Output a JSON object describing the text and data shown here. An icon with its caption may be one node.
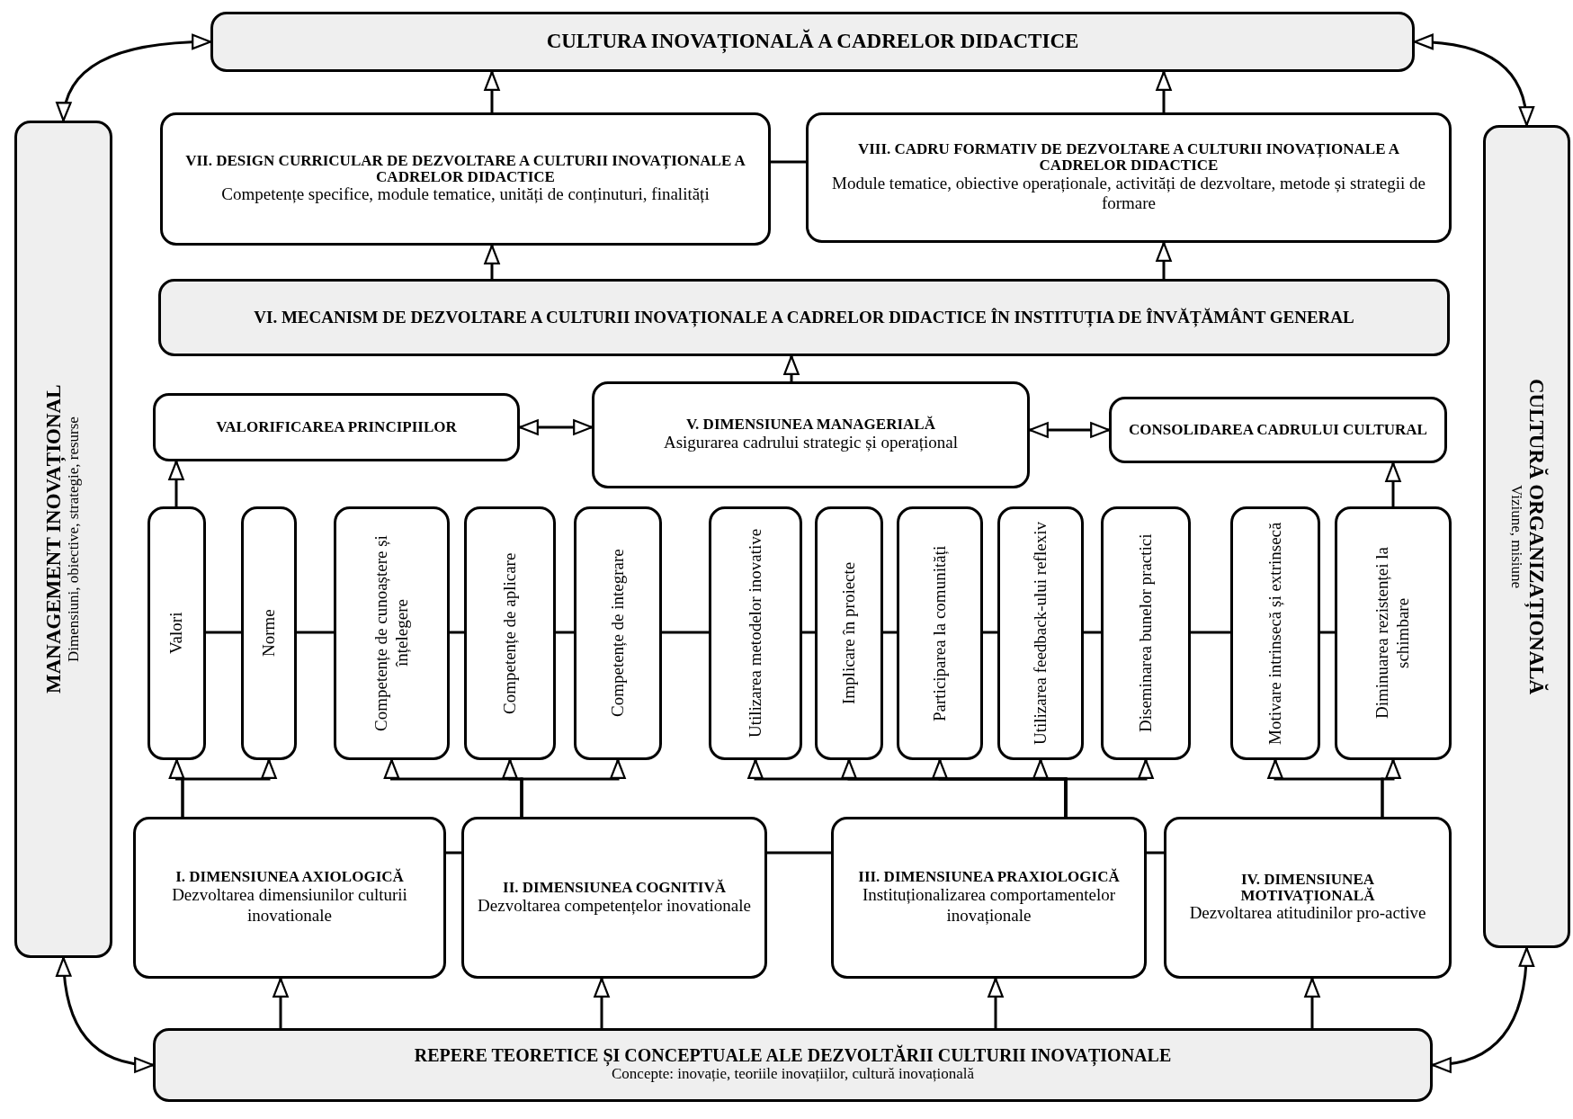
{
  "diagram": {
    "nodes": [
      {
        "text": [
          "CULTURA INOVAȚIONALĂ A CADRELOR DIDACTICE"
        ]
      },
      {
        "text": [
          "MANAGEMENT INOVAȚIONAL",
          "Dimensiuni, obiective, strategie, resurse"
        ]
      },
      {
        "text": [
          "CULTURĂ ORGANIZAȚIONALĂ",
          "Viziune, misiune"
        ]
      },
      {
        "text": [
          "VII. DESIGN CURRICULAR DE DEZVOLTARE A CULTURII INOVAȚIONALE A CADRELOR DIDACTICE",
          "Competențe specifice, module tematice, unități de conținuturi, finalități"
        ]
      },
      {
        "text": [
          "VIII. CADRU FORMATIV DE DEZVOLTARE A CULTURII INOVAȚIONALE A CADRELOR DIDACTICE",
          "Module tematice, obiective operaționale, activități de dezvoltare, metode și strategii de formare"
        ]
      },
      {
        "text": [
          "VI. MECANISM DE DEZVOLTARE A CULTURII INOVAȚIONALE A CADRELOR DIDACTICE ÎN INSTITUȚIA DE ÎNVĂȚĂMÂNT GENERAL"
        ]
      },
      {
        "text": [
          "VALORIFICAREA PRINCIPIILOR"
        ]
      },
      {
        "text": [
          "V. DIMENSIUNEA MANAGERIALĂ",
          "Asigurarea cadrului strategic și operațional"
        ]
      },
      {
        "text": [
          "CONSOLIDAREA CADRULUI CULTURAL"
        ]
      },
      {
        "text": [
          "Valori"
        ]
      },
      {
        "text": [
          "Norme"
        ]
      },
      {
        "text": [
          "Competențe de cunoaștere și înțelegere"
        ]
      },
      {
        "text": [
          "Competențe de aplicare"
        ]
      },
      {
        "text": [
          "Competențe de integrare"
        ]
      },
      {
        "text": [
          "Utilizarea metodelor inovative"
        ]
      },
      {
        "text": [
          "Implicare în proiecte"
        ]
      },
      {
        "text": [
          "Participarea la comunități"
        ]
      },
      {
        "text": [
          "Utilizarea feedback-ului reflexiv"
        ]
      },
      {
        "text": [
          "Diseminarea bunelor practici"
        ]
      },
      {
        "text": [
          "Motivare intrinsecă și extrinsecă"
        ]
      },
      {
        "text": [
          "Diminuarea rezistenței la schimbare"
        ]
      },
      {
        "text": [
          "I. DIMENSIUNEA AXIOLOGICĂ",
          "Dezvoltarea dimensiunilor culturii inovationale"
        ]
      },
      {
        "text": [
          "II. DIMENSIUNEA COGNITIVĂ",
          "Dezvoltarea competențelor inovationale"
        ]
      },
      {
        "text": [
          "III. DIMENSIUNEA PRAXIOLOGICĂ",
          "Instituționalizarea comportamentelor inovaționale"
        ]
      },
      {
        "text": [
          "IV. DIMENSIUNEA MOTIVAȚIONALĂ",
          "Dezvoltarea atitudinilor pro-active"
        ]
      },
      {
        "text": [
          "REPERE TEORETICE ȘI CONCEPTUALE ALE DEZVOLTĂRII CULTURII INOVAȚIONALE",
          "Concepte: inovație, teoriile inovațiilor, cultură inovațională"
        ]
      }
    ],
    "edges": [
      {
        "from": 25,
        "to": 21,
        "arrow": "to"
      },
      {
        "from": 25,
        "to": 22,
        "arrow": "to"
      },
      {
        "from": 25,
        "to": 23,
        "arrow": "to"
      },
      {
        "from": 25,
        "to": 24,
        "arrow": "to"
      },
      {
        "from": 21,
        "to": 9,
        "arrow": "to"
      },
      {
        "from": 21,
        "to": 10,
        "arrow": "to"
      },
      {
        "from": 22,
        "to": 11,
        "arrow": "to"
      },
      {
        "from": 22,
        "to": 12,
        "arrow": "to"
      },
      {
        "from": 22,
        "to": 13,
        "arrow": "to"
      },
      {
        "from": 23,
        "to": 14,
        "arrow": "to"
      },
      {
        "from": 23,
        "to": 15,
        "arrow": "to"
      },
      {
        "from": 23,
        "to": 16,
        "arrow": "to"
      },
      {
        "from": 23,
        "to": 17,
        "arrow": "to"
      },
      {
        "from": 23,
        "to": 18,
        "arrow": "to"
      },
      {
        "from": 24,
        "to": 19,
        "arrow": "to"
      },
      {
        "from": 24,
        "to": 20,
        "arrow": "to"
      },
      {
        "from": 9,
        "to": 6,
        "arrow": "to"
      },
      {
        "from": 20,
        "to": 8,
        "arrow": "to"
      },
      {
        "from": 6,
        "to": 7,
        "arrow": "both"
      },
      {
        "from": 7,
        "to": 8,
        "arrow": "both"
      },
      {
        "from": 7,
        "to": 5,
        "arrow": "to"
      },
      {
        "from": 5,
        "to": 3,
        "arrow": "to"
      },
      {
        "from": 5,
        "to": 4,
        "arrow": "to"
      },
      {
        "from": 3,
        "to": 0,
        "arrow": "to"
      },
      {
        "from": 4,
        "to": 0,
        "arrow": "to"
      },
      {
        "from": 3,
        "to": 4,
        "arrow": "none"
      },
      {
        "from": 9,
        "to": 10,
        "arrow": "none"
      },
      {
        "from": 10,
        "to": 11,
        "arrow": "none"
      },
      {
        "from": 11,
        "to": 12,
        "arrow": "none"
      },
      {
        "from": 12,
        "to": 13,
        "arrow": "none"
      },
      {
        "from": 13,
        "to": 14,
        "arrow": "none"
      },
      {
        "from": 14,
        "to": 15,
        "arrow": "none"
      },
      {
        "from": 15,
        "to": 16,
        "arrow": "none"
      },
      {
        "from": 16,
        "to": 17,
        "arrow": "none"
      },
      {
        "from": 17,
        "to": 18,
        "arrow": "none"
      },
      {
        "from": 18,
        "to": 19,
        "arrow": "none"
      },
      {
        "from": 19,
        "to": 20,
        "arrow": "none"
      },
      {
        "from": 21,
        "to": 22,
        "arrow": "none"
      },
      {
        "from": 22,
        "to": 23,
        "arrow": "none"
      },
      {
        "from": 23,
        "to": 24,
        "arrow": "none"
      },
      {
        "from": 0,
        "to": 1,
        "arrow": "both"
      },
      {
        "from": 0,
        "to": 2,
        "arrow": "both"
      },
      {
        "from": 1,
        "to": 25,
        "arrow": "both"
      },
      {
        "from": 2,
        "to": 25,
        "arrow": "both"
      }
    ]
  }
}
